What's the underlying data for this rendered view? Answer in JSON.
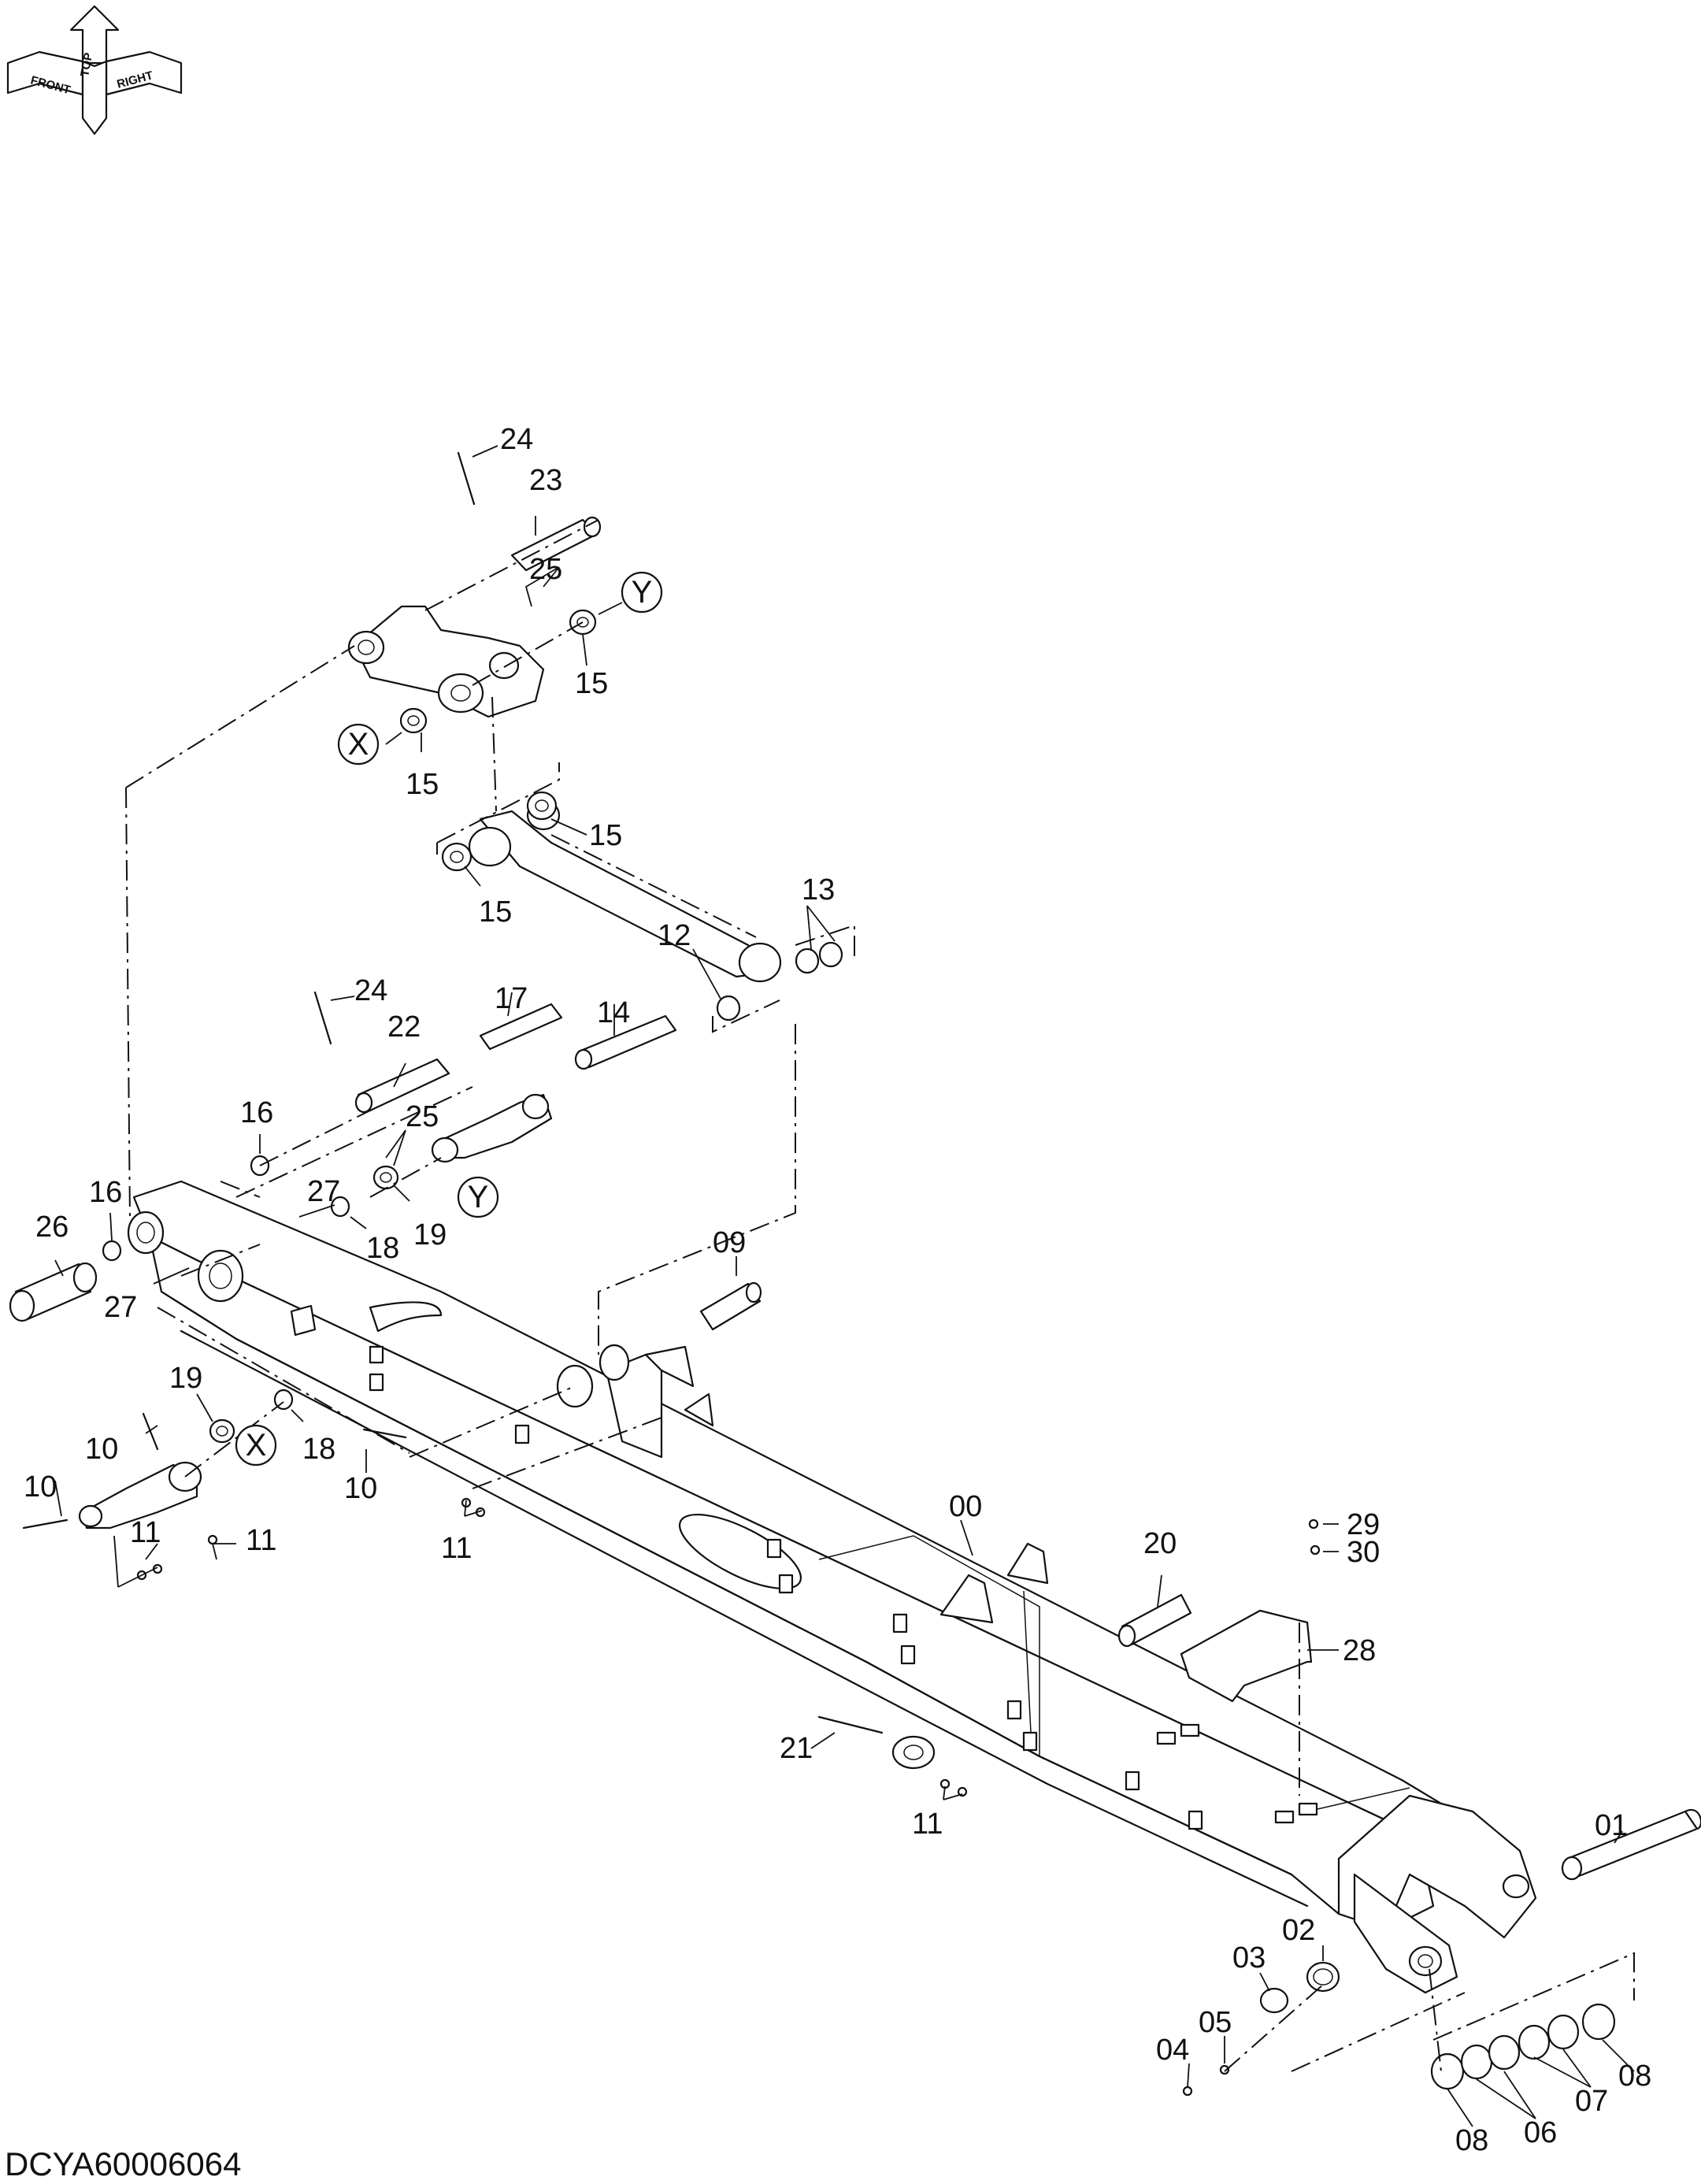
{
  "orientation": {
    "top": "TOP",
    "front": "FRONT",
    "right": "RIGHT"
  },
  "drawing_code": "DCYA60006064",
  "parts": [
    {
      "id": "p24a",
      "number": "24"
    },
    {
      "id": "p23",
      "number": "23"
    },
    {
      "id": "p25a",
      "number": "25"
    },
    {
      "id": "p15a",
      "number": "15"
    },
    {
      "id": "p15b",
      "number": "15"
    },
    {
      "id": "p15c",
      "number": "15"
    },
    {
      "id": "p15d",
      "number": "15"
    },
    {
      "id": "p13",
      "number": "13"
    },
    {
      "id": "p12",
      "number": "12"
    },
    {
      "id": "p24b",
      "number": "24"
    },
    {
      "id": "p22",
      "number": "22"
    },
    {
      "id": "p17",
      "number": "17"
    },
    {
      "id": "p14",
      "number": "14"
    },
    {
      "id": "p16a",
      "number": "16"
    },
    {
      "id": "p25b",
      "number": "25"
    },
    {
      "id": "p16b",
      "number": "16"
    },
    {
      "id": "p27a",
      "number": "27"
    },
    {
      "id": "p26",
      "number": "26"
    },
    {
      "id": "p18a",
      "number": "18"
    },
    {
      "id": "p19a",
      "number": "19"
    },
    {
      "id": "p27b",
      "number": "27"
    },
    {
      "id": "p09",
      "number": "09"
    },
    {
      "id": "p19b",
      "number": "19"
    },
    {
      "id": "p18b",
      "number": "18"
    },
    {
      "id": "p10a",
      "number": "10"
    },
    {
      "id": "p10b",
      "number": "10"
    },
    {
      "id": "p10c",
      "number": "10"
    },
    {
      "id": "p11a",
      "number": "11"
    },
    {
      "id": "p11b",
      "number": "11"
    },
    {
      "id": "p11c",
      "number": "11"
    },
    {
      "id": "p11d",
      "number": "11"
    },
    {
      "id": "p00",
      "number": "00"
    },
    {
      "id": "p20",
      "number": "20"
    },
    {
      "id": "p29",
      "number": "29"
    },
    {
      "id": "p30",
      "number": "30"
    },
    {
      "id": "p28",
      "number": "28"
    },
    {
      "id": "p21",
      "number": "21"
    },
    {
      "id": "p01",
      "number": "01"
    },
    {
      "id": "p02",
      "number": "02"
    },
    {
      "id": "p03",
      "number": "03"
    },
    {
      "id": "p04",
      "number": "04"
    },
    {
      "id": "p05",
      "number": "05"
    },
    {
      "id": "p06",
      "number": "06"
    },
    {
      "id": "p07",
      "number": "07"
    },
    {
      "id": "p08a",
      "number": "08"
    },
    {
      "id": "p08b",
      "number": "08"
    }
  ],
  "references": [
    {
      "id": "refYa",
      "letter": "Y"
    },
    {
      "id": "refXa",
      "letter": "X"
    },
    {
      "id": "refYb",
      "letter": "Y"
    },
    {
      "id": "refXb",
      "letter": "X"
    }
  ]
}
